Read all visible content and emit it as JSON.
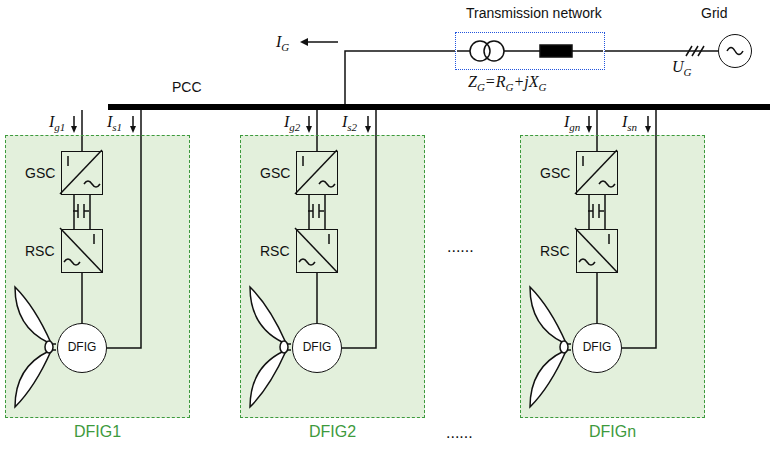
{
  "diagram": {
    "nodes": [
      {
        "text": [
          "Transmission network"
        ]
      },
      {
        "text": [
          "Grid"
        ]
      },
      {
        "text": [
          "PCC"
        ]
      },
      {
        "text": [
          "DFIG1"
        ]
      },
      {
        "text": [
          "GSC"
        ],
        "in": 3
      },
      {
        "text": [
          "RSC"
        ],
        "in": 3
      },
      {
        "text": [
          "DFIG"
        ],
        "in": 3
      },
      {
        "text": [
          "DFIG2"
        ]
      },
      {
        "text": [
          "GSC"
        ],
        "in": 7
      },
      {
        "text": [
          "RSC"
        ],
        "in": 7
      },
      {
        "text": [
          "DFIG"
        ],
        "in": 7
      },
      {
        "text": [
          "DFIGn"
        ]
      },
      {
        "text": [
          "GSC"
        ],
        "in": 11
      },
      {
        "text": [
          "RSC"
        ],
        "in": 11
      },
      {
        "text": [
          "DFIG"
        ],
        "in": 11
      }
    ],
    "edges": [
      {
        "from": 1,
        "to": 0,
        "arrow": "none"
      },
      {
        "from": 0,
        "to": 2,
        "arrow": "none"
      },
      {
        "from": 2,
        "to": 4,
        "arrow": "none"
      },
      {
        "from": 4,
        "to": 5,
        "arrow": "none"
      },
      {
        "from": 5,
        "to": 6,
        "arrow": "none"
      },
      {
        "from": 2,
        "to": 6,
        "arrow": "none"
      },
      {
        "from": 2,
        "to": 8,
        "arrow": "none"
      },
      {
        "from": 8,
        "to": 9,
        "arrow": "none"
      },
      {
        "from": 9,
        "to": 10,
        "arrow": "none"
      },
      {
        "from": 2,
        "to": 10,
        "arrow": "none"
      },
      {
        "from": 2,
        "to": 12,
        "arrow": "none"
      },
      {
        "from": 12,
        "to": 13,
        "arrow": "none"
      },
      {
        "from": 13,
        "to": 14,
        "arrow": "none"
      },
      {
        "from": 2,
        "to": 14,
        "arrow": "none"
      }
    ],
    "labels": [
      "IG",
      "UG",
      "ZG=RG+jXG",
      "Ig1",
      "Is1",
      "Ig2",
      "Is2",
      "Ign",
      "Isn",
      "......",
      "......"
    ]
  }
}
